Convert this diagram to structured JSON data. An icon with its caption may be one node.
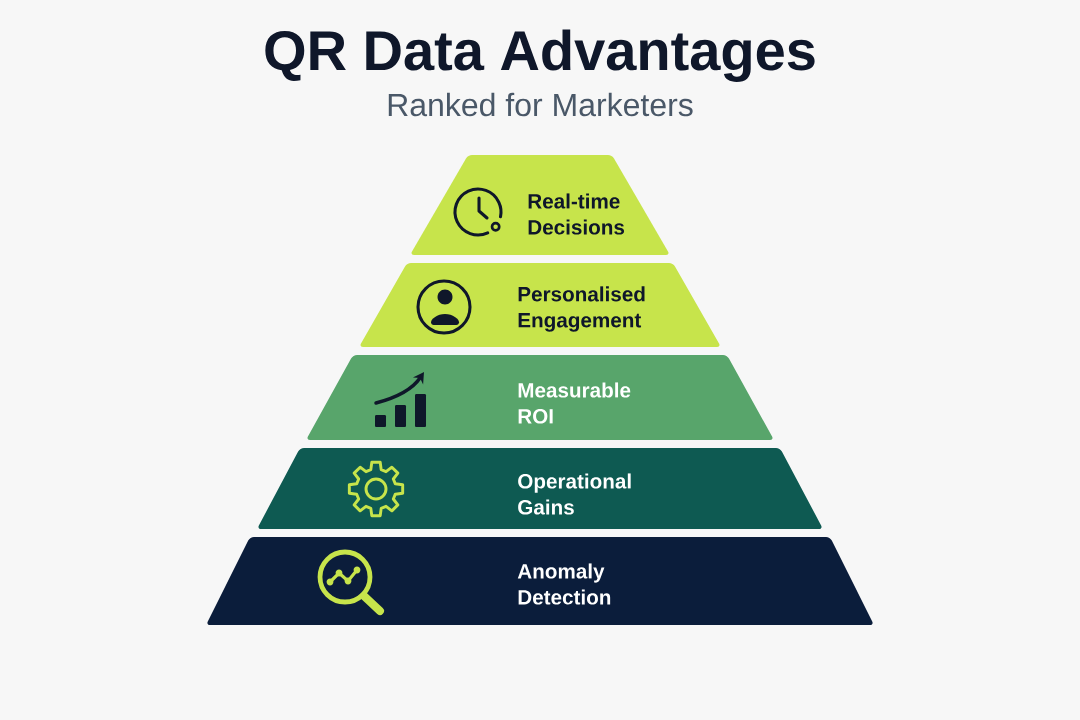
{
  "diagram": {
    "title": "QR Data Advantages",
    "nodes": [
      {
        "text": [
          "Real-time Decisions"
        ]
      },
      {
        "text": [
          "Personalised Engagement"
        ]
      },
      {
        "text": [
          "Measurable ROI"
        ]
      },
      {
        "text": [
          "Operational Gains"
        ]
      },
      {
        "text": [
          "Anomaly Detection"
        ]
      }
    ],
    "labels": [
      "Ranked for Marketers"
    ]
  }
}
